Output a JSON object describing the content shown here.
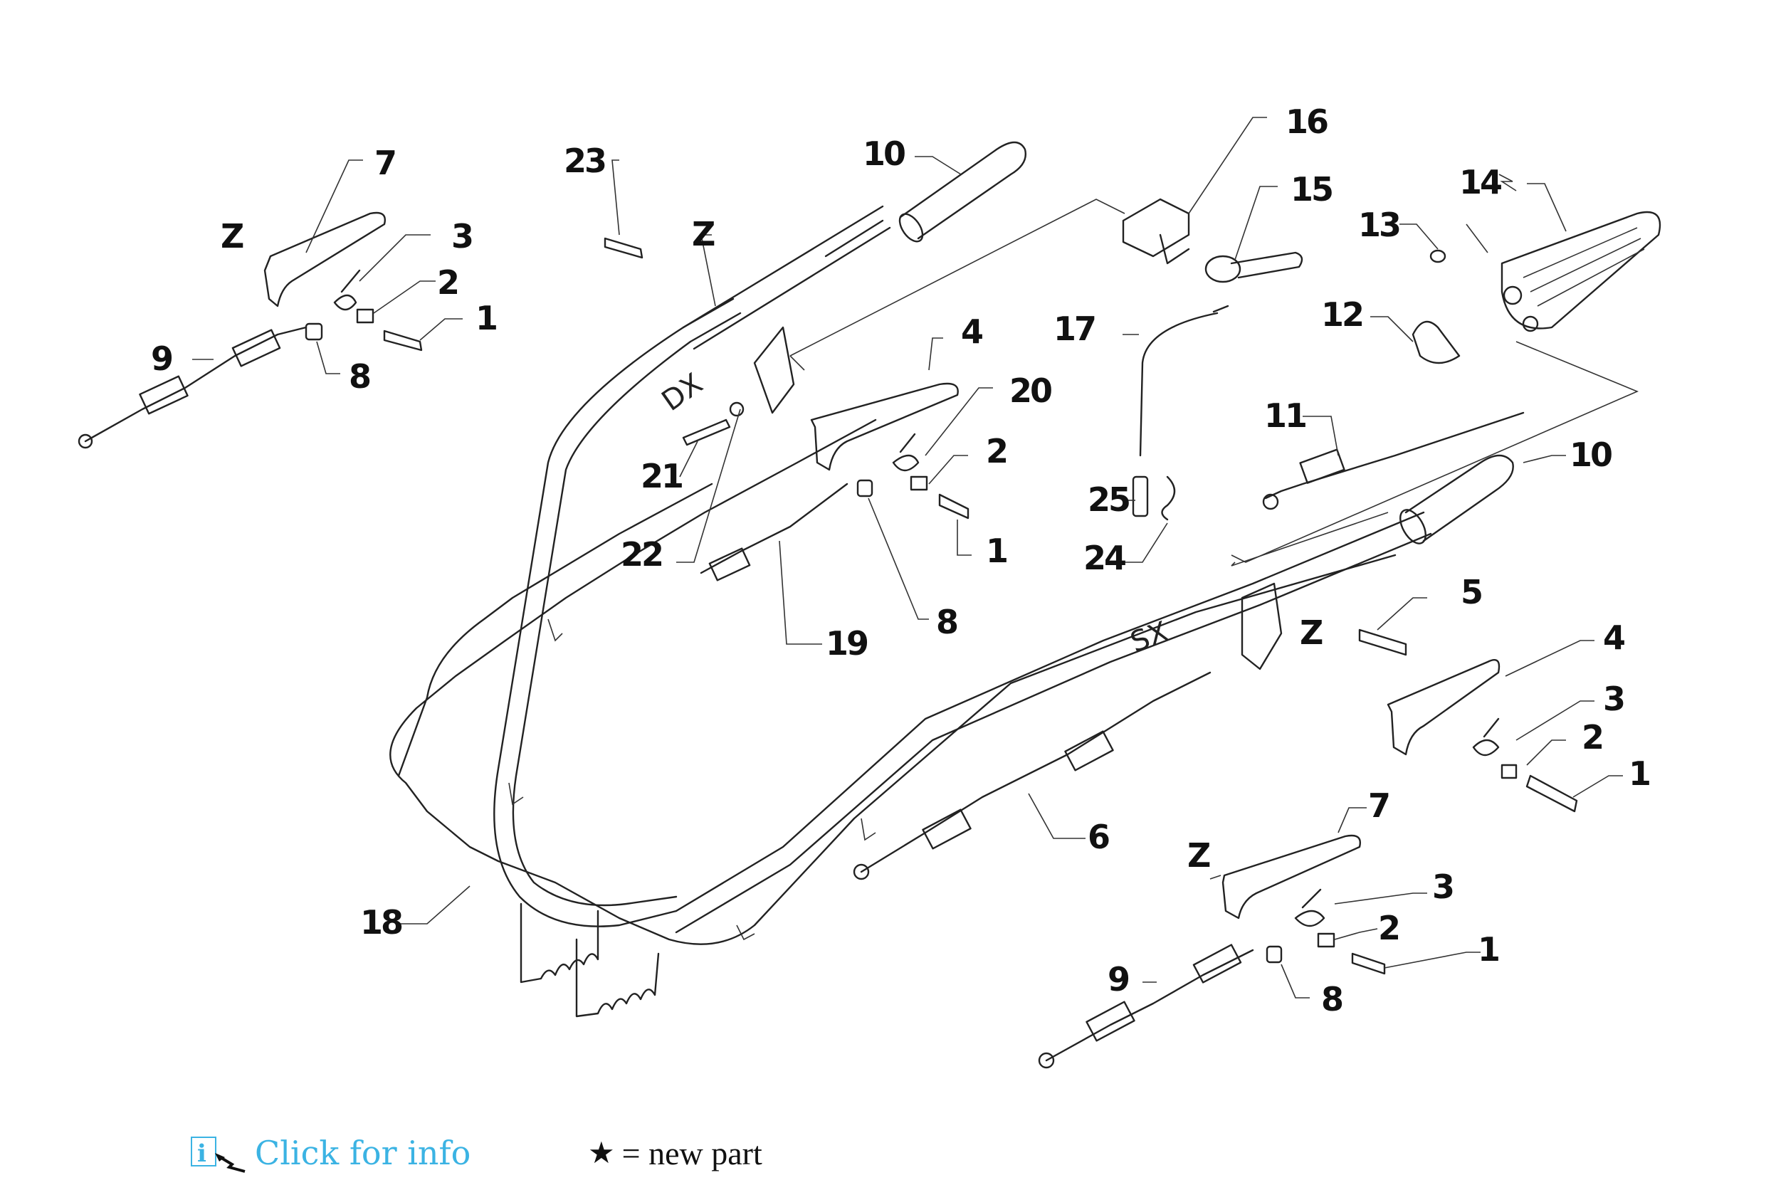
{
  "diagram": {
    "tube_labels": {
      "right": "DX",
      "left": "SX"
    },
    "callouts": {
      "c7a": "7",
      "cZa": "Z",
      "c3a": "3",
      "c2a": "2",
      "c1a": "1",
      "c9a": "9",
      "c8a": "8",
      "c23": "23",
      "cZb": "Z",
      "c10a": "10",
      "c16": "16",
      "c15": "15",
      "c14": "14",
      "c13": "13",
      "c4a": "4",
      "c20": "20",
      "c2b": "2",
      "c1b": "1",
      "c21": "21",
      "c22": "22",
      "c19": "19",
      "c8b": "8",
      "c17": "17",
      "c25": "25",
      "c24": "24",
      "c12": "12",
      "c11": "11",
      "c10b": "10",
      "c5": "5",
      "cZc": "Z",
      "c4b": "4",
      "c3b": "3",
      "c2c": "2",
      "c1c": "1",
      "c6": "6",
      "c7b": "7",
      "cZd": "Z",
      "c3c": "3",
      "c2d": "2",
      "c1d": "1",
      "c9b": "9",
      "c8c": "8",
      "c18": "18"
    }
  },
  "footer": {
    "info_icon": "info-pointer-icon",
    "info_link": "Click for info",
    "star_glyph": "★",
    "legend_text": "= new part"
  }
}
